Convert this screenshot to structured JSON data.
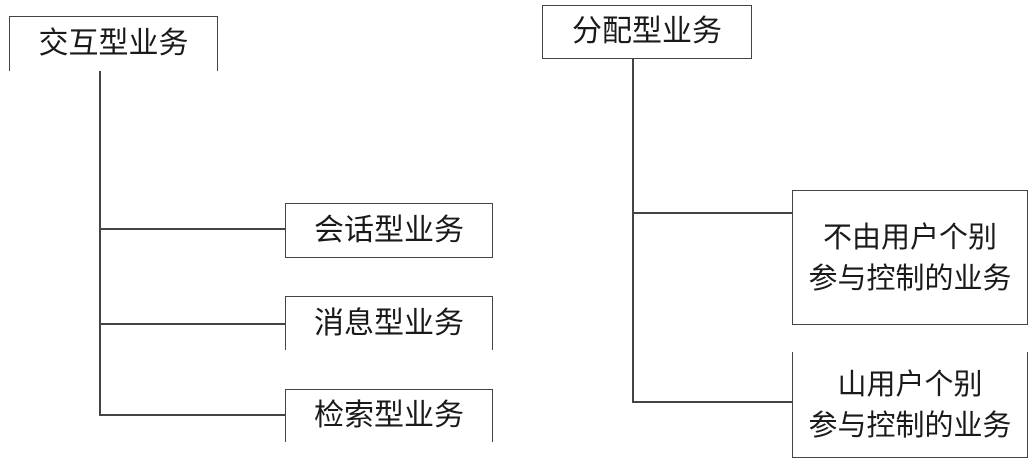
{
  "left": {
    "root": "交互型业务",
    "children": [
      "会话型业务",
      "消息型业务",
      "检索型业务"
    ]
  },
  "right": {
    "root": "分配型业务",
    "children": [
      {
        "line1": "不由用户个别",
        "line2": "参与控制的业务"
      },
      {
        "line1": "山用户个别",
        "line2": "参与控制的业务"
      }
    ]
  }
}
